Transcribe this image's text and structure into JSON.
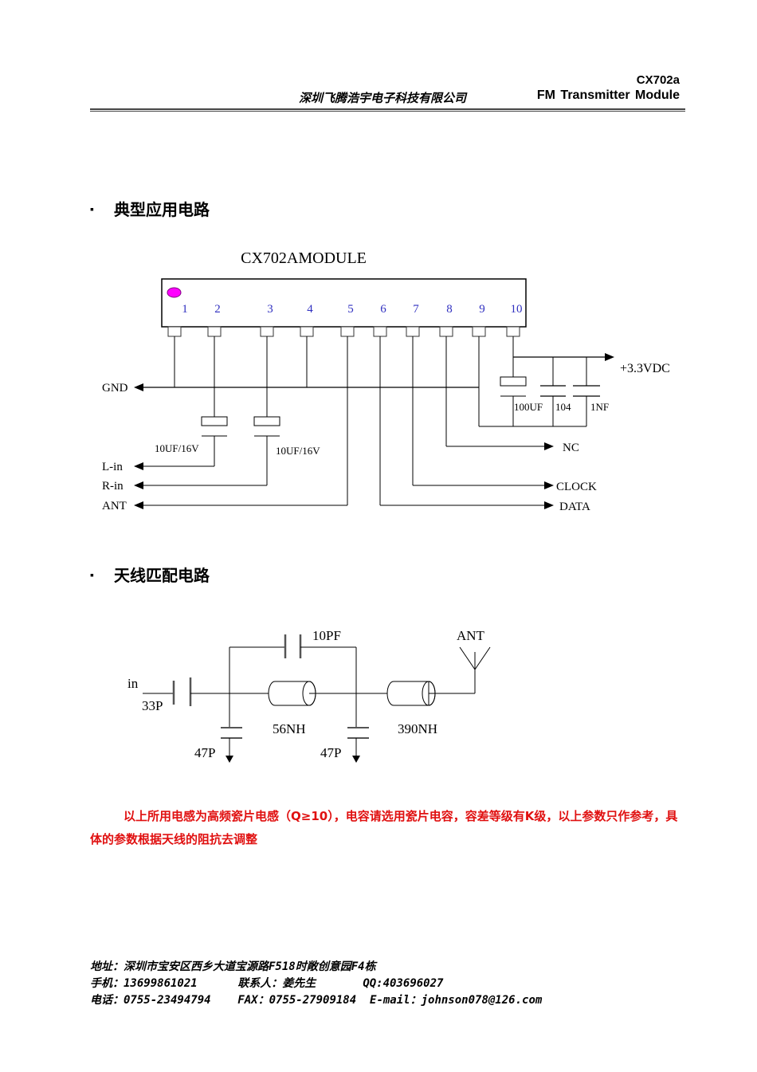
{
  "header": {
    "company": "深圳飞腾浩宇电子科技有限公司",
    "model": "CX702a",
    "title": "FM  Transmitter  Module"
  },
  "sections": [
    {
      "bullet": "▪",
      "title": "典型应用电路"
    },
    {
      "bullet": "▪",
      "title": "天线匹配电路"
    }
  ],
  "circuit1": {
    "module_name": "CX702AMODULE",
    "pin_numbers": [
      "1",
      "2",
      "3",
      "4",
      "5",
      "6",
      "7",
      "8",
      "9",
      "10"
    ],
    "pin1_marker_color": "#ff00ff",
    "pin_label_color": "#3030c0",
    "labels": {
      "gnd": "GND",
      "l_in": "L-in",
      "r_in": "R-in",
      "ant": "ANT",
      "vdc": "+3.3VDC",
      "nc": "NC",
      "clock": "CLOCK",
      "data": "DATA"
    },
    "components": {
      "cap_left": "10UF/16V",
      "cap_right": "10UF/16V",
      "cap_100uf": "100UF",
      "cap_104": "104",
      "cap_1nf": "1NF"
    }
  },
  "circuit2": {
    "labels": {
      "in": "in",
      "ant": "ANT"
    },
    "components": {
      "c_input": "33P",
      "c_bridge": "10PF",
      "l1": "56NH",
      "l2": "390NH",
      "c_shunt1": "47P",
      "c_shunt2": "47P"
    }
  },
  "note": {
    "text": "以上所用电感为高频瓷片电感（Q≥10），电容请选用瓷片电容，容差等级有K级，以上参数只作参考，具体的参数根据天线的阻抗去调整",
    "color": "#e01010"
  },
  "footer": {
    "address": "地址：深圳市宝安区西乡大道宝源路F518时敞创意园F4栋",
    "mobile": "手机：13699861021",
    "contact": "联系人：姜先生",
    "qq": "QQ:403696027",
    "phone": "电话：0755-23494794",
    "fax": "FAX：0755-27909184",
    "email": "E-mail：johnson078@126.com"
  }
}
